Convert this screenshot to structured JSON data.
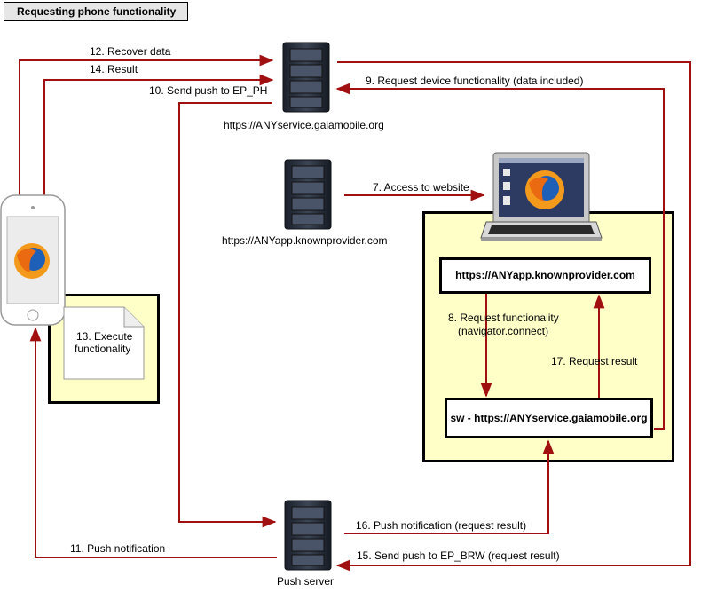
{
  "title": "Requesting phone functionality",
  "servers": {
    "gaia_service": "https://ANYservice.gaiamobile.org",
    "known_provider": "https://ANYapp.knownprovider.com",
    "push_server": "Push server"
  },
  "browser_zone": {
    "app_node": "https://ANYapp.knownprovider.com",
    "sw_node": "sw - https://ANYservice.gaiamobile.org"
  },
  "phone_zone": {
    "note_line1": "13. Execute",
    "note_line2": "functionality"
  },
  "steps": {
    "s7": "7. Access to website",
    "s8_line1": "8. Request functionality",
    "s8_line2": "(navigator.connect)",
    "s9": "9. Request device functionality (data included)",
    "s10": "10. Send push to EP_PH",
    "s11": "11. Push notification",
    "s12": "12. Recover data",
    "s14": "14. Result",
    "s15": "15. Send push to EP_BRW (request result)",
    "s16": "16. Push notification (request result)",
    "s17": "17. Request result"
  },
  "colors": {
    "arrow": "#a01010",
    "zone_fill": "#ffffc8",
    "title_fill": "#e6e6e6"
  }
}
